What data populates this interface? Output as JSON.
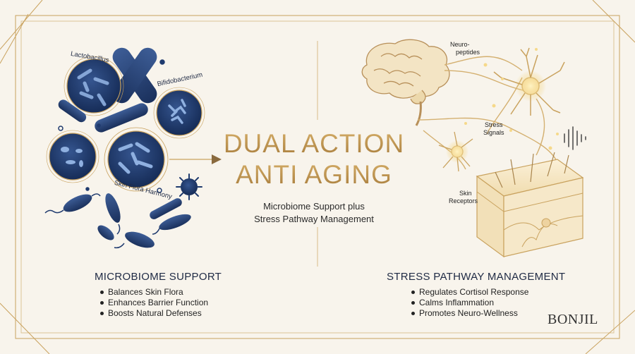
{
  "title": {
    "line1": "DUAL ACTION",
    "line2": "ANTI AGING"
  },
  "subtitle": {
    "line1": "Microbiome Support plus",
    "line2": "Stress Pathway Management"
  },
  "left": {
    "labels": {
      "lactobacillus": "Lactobacillus",
      "bifidobacterium": "Bifidobacterium",
      "skin_flora": "Skin Flora Harmony"
    },
    "heading": "MICROBIOME SUPPORT",
    "bullets": [
      "Balances Skin Flora",
      "Enhances Barrier Function",
      "Boosts Natural Defenses"
    ]
  },
  "right": {
    "labels": {
      "neuro_line1": "Neuro-",
      "neuro_line2": "peptides",
      "stress_line1": "Stress",
      "stress_line2": "Signals",
      "skin_line1": "Skin",
      "skin_line2": "Receptors"
    },
    "heading": "STRESS PATHWAY MANAGEMENT",
    "bullets": [
      "Regulates Cortisol Response",
      "Calms Inflammation",
      "Promotes Neuro-Wellness"
    ]
  },
  "brand": "BONJIL",
  "colors": {
    "navy": "#1f3a6e",
    "gold": "#c9a25e",
    "background": "#f8f4ec"
  }
}
